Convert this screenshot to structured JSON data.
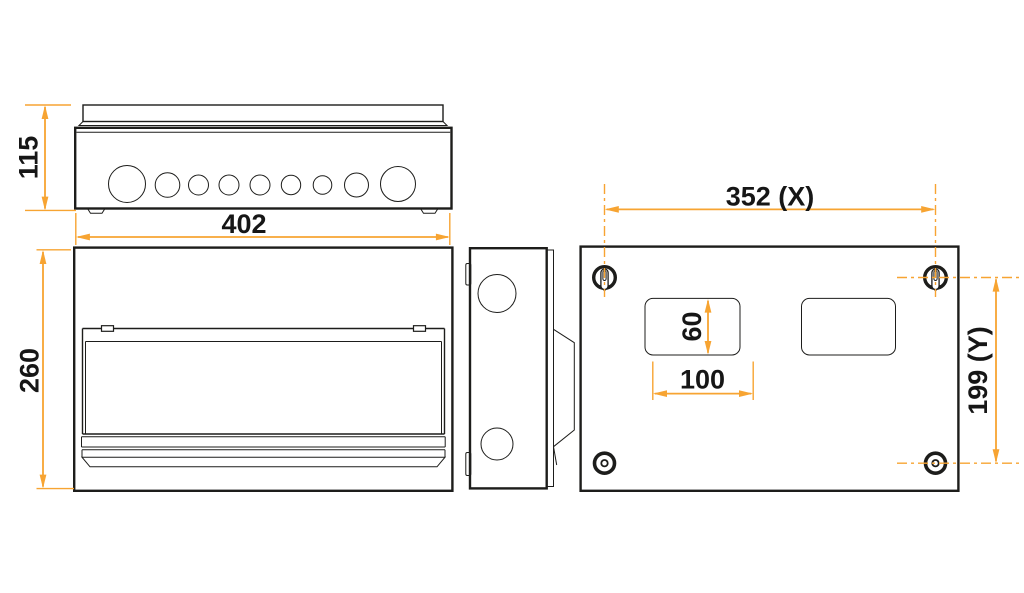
{
  "colors": {
    "dimension": "#F7A432",
    "line": "#1d1d1b",
    "text": "#161616",
    "background": "#ffffff"
  },
  "views": {
    "top": {
      "height_label": "115",
      "width_label": "402"
    },
    "front": {
      "height_label": "260"
    },
    "back": {
      "mounting_width_label": "352 (X)",
      "mounting_height_label": "199 (Y)",
      "cutout_height_label": "60",
      "cutout_width_label": "100"
    }
  }
}
